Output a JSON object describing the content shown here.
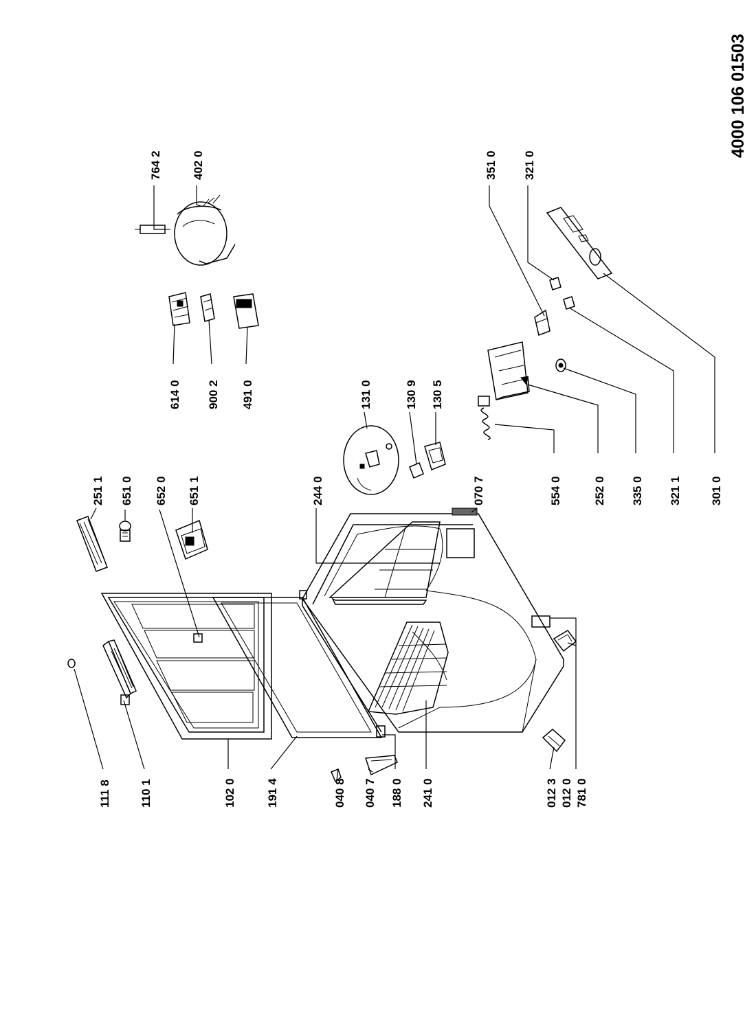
{
  "document_number": "4000 106 01503",
  "part_labels": {
    "p1118": "111 8",
    "p1101": "110 1",
    "p1020": "102 0",
    "p1914": "191 4",
    "p0408": "040 8",
    "p0407": "040 7",
    "p1880": "188 0",
    "p2410": "241 0",
    "p0123": "012 3",
    "p0120": "012 0",
    "p7810": "781 0",
    "p2511": "251 1",
    "p6510": "651 0",
    "p6520": "652 0",
    "p6511": "651 1",
    "p2440": "244 0",
    "p0707": "070 7",
    "p1310": "131 0",
    "p1309": "130 9",
    "p1305": "130 5",
    "p5540": "554 0",
    "p2520": "252 0",
    "p3350": "335 0",
    "p3211": "321 1",
    "p3010": "301 0",
    "p3510": "351 0",
    "p3210": "321 0",
    "p6140": "614 0",
    "p9002": "900 2",
    "p4910": "491 0",
    "p7642": "764 2",
    "p4020": "402 0"
  }
}
